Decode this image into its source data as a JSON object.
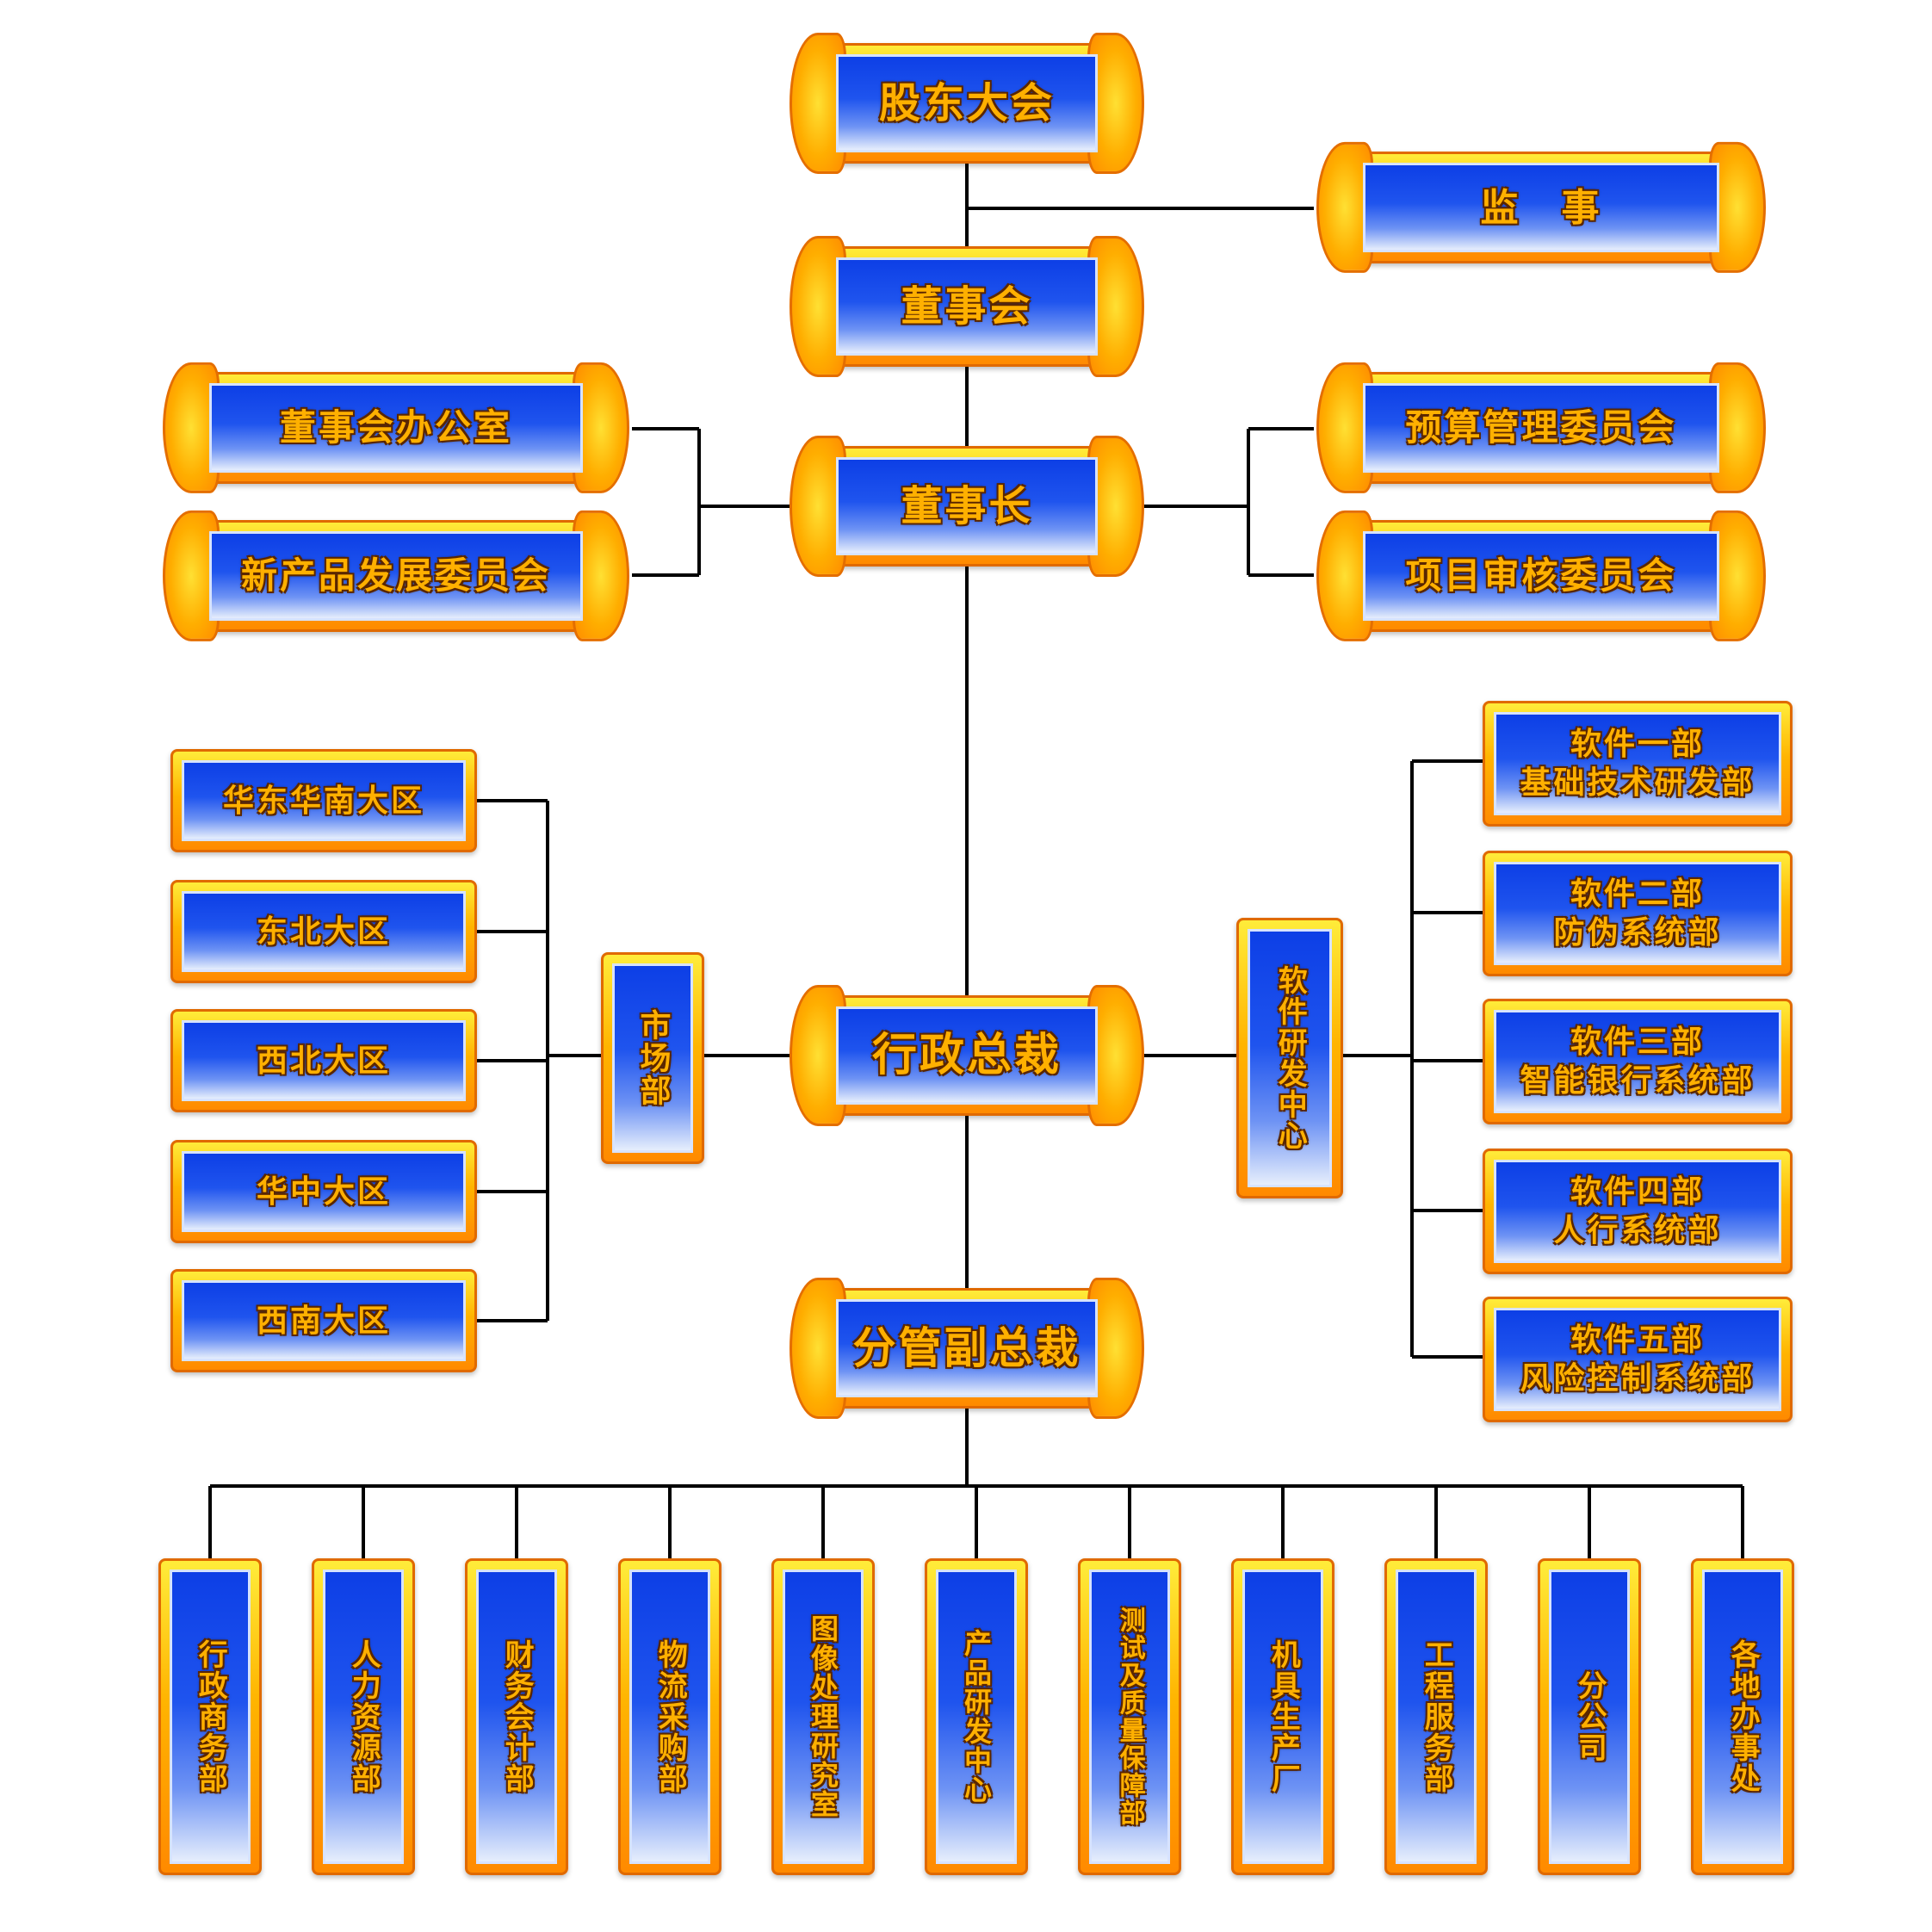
{
  "top": {
    "shareholders": "股东大会",
    "supervisor": "监　事",
    "board": "董事会",
    "board_office": "董事会办公室",
    "new_product_committee": "新产品发展委员会",
    "chairman": "董事长",
    "budget_committee": "预算管理委员会",
    "project_review_committee": "项目审核委员会",
    "president": "行政总裁",
    "vice_president": "分管副总裁"
  },
  "market": {
    "dept": "市场部",
    "regions": [
      "华东华南大区",
      "东北大区",
      "西北大区",
      "华中大区",
      "西南大区"
    ]
  },
  "software": {
    "center": "软件研发中心",
    "depts": [
      {
        "line1": "软件一部",
        "line2": "基础技术研发部"
      },
      {
        "line1": "软件二部",
        "line2": "防伪系统部"
      },
      {
        "line1": "软件三部",
        "line2": "智能银行系统部"
      },
      {
        "line1": "软件四部",
        "line2": "人行系统部"
      },
      {
        "line1": "软件五部",
        "line2": "风险控制系统部"
      }
    ]
  },
  "bottom_depts": [
    "行政商务部",
    "人力资源部",
    "财务会计部",
    "物流采购部",
    "图像处理研究室",
    "产品研发中心",
    "测试及质量保障部",
    "机具生产厂",
    "工程服务部",
    "分公司",
    "各地办事处"
  ],
  "colors": {
    "frame": "#ffb000",
    "panel": "#1f54ee",
    "text": "#ffb000",
    "line": "#000000"
  }
}
